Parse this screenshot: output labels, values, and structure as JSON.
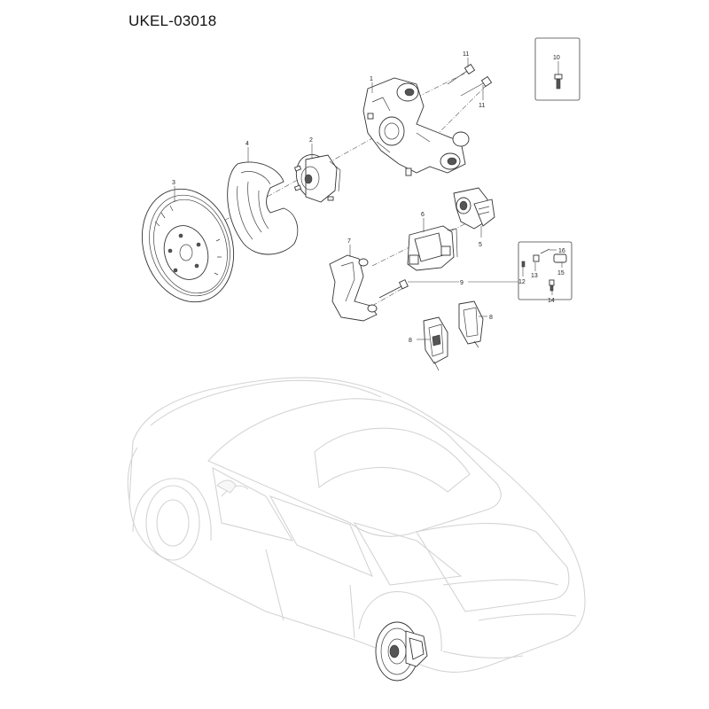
{
  "diagram": {
    "title": "UKEL-03018"
  },
  "callouts": {
    "c1": "1",
    "c2": "2",
    "c3": "3",
    "c4": "4",
    "c5": "5",
    "c6": "6",
    "c7": "7",
    "c8a": "8",
    "c8b": "8",
    "c9": "9",
    "c10": "10",
    "c11a": "11",
    "c11b": "11",
    "c12": "12",
    "c13": "13",
    "c14": "14",
    "c15": "15",
    "c16": "16"
  }
}
